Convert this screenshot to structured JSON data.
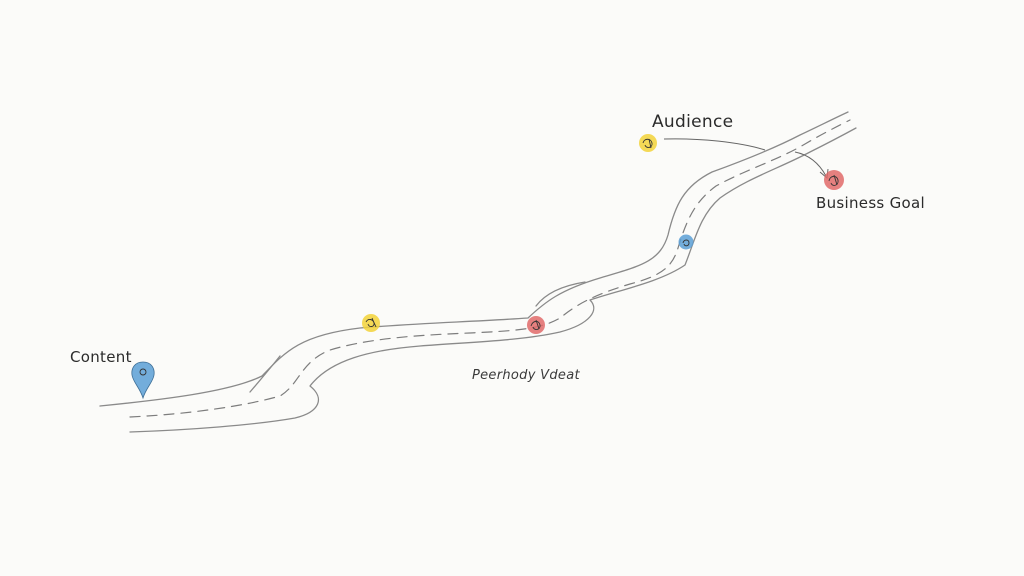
{
  "labels": {
    "content": "Content",
    "audience": "Audience",
    "business_goal": "Business Goal",
    "path_caption": "Peerhody Vdeat"
  },
  "colors": {
    "background": "#fbfbf9",
    "blue_marker": "#5a9fd6",
    "yellow_marker": "#f2d23a",
    "red_marker": "#e06a6a",
    "road_line": "#8a8a8a"
  },
  "markers": [
    {
      "name": "content-pin",
      "color": "blue",
      "shape": "map-pin"
    },
    {
      "name": "waypoint-1",
      "color": "yellow"
    },
    {
      "name": "waypoint-2",
      "color": "red"
    },
    {
      "name": "waypoint-3",
      "color": "blue"
    },
    {
      "name": "audience-point",
      "color": "yellow"
    },
    {
      "name": "business-goal-point",
      "color": "red"
    }
  ]
}
